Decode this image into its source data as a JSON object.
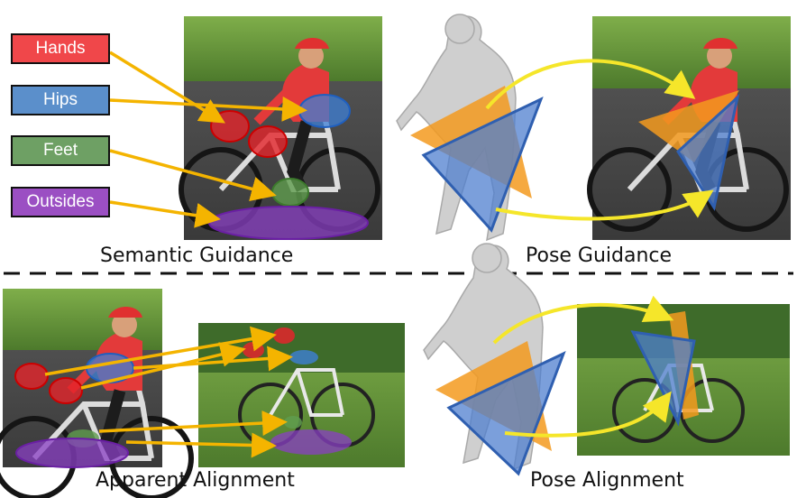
{
  "legend": [
    {
      "label": "Hands",
      "color": "#f0474a"
    },
    {
      "label": "Hips",
      "color": "#5b8fcb"
    },
    {
      "label": "Feet",
      "color": "#6ea064"
    },
    {
      "label": "Outsides",
      "color": "#9b4fc3"
    }
  ],
  "captions": {
    "semantic_guidance": "Semantic Guidance",
    "pose_guidance": "Pose Guidance",
    "apparent_alignment": "Apparent Alignment",
    "pose_alignment": "Pose Alignment"
  },
  "colors": {
    "hands_region": "#e3242b",
    "hips_region": "#3d7fd6",
    "feet_region": "#5f9c4e",
    "outsides_region": "#8a3fc4",
    "guide_arrow": "#f4b400",
    "pose_arrow": "#f5e62a",
    "orange_plane": "#f39a1e",
    "blue_plane": "#4f7fcf",
    "mannequin": "#c9c9c9",
    "road": "#4a4a4a",
    "grass": "#5e8c3a"
  }
}
